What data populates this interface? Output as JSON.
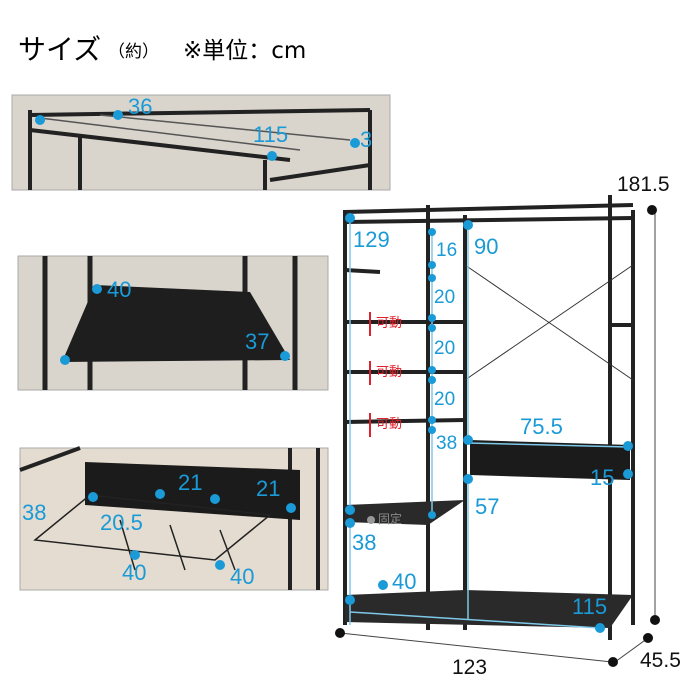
{
  "header": {
    "title": "サイズ",
    "approx": "（約）",
    "unit_note": "※単位：cm"
  },
  "colors": {
    "dimension": "#1a9ad6",
    "movable": "#e0202a",
    "frame": "#222222"
  },
  "detail_top_shelf": {
    "labels": [
      "36",
      "115",
      "3"
    ]
  },
  "detail_middle_shelf": {
    "labels": [
      "40",
      "37"
    ]
  },
  "detail_hanger_rack": {
    "labels": [
      "38",
      "21",
      "21",
      "20.5",
      "40",
      "40"
    ]
  },
  "main": {
    "height_total": "181.5",
    "width_total": "123",
    "depth_total": "45.5",
    "left_height": "129",
    "top_gap": "16",
    "gap1": "20",
    "gap2": "20",
    "gap3": "20",
    "gap4": "38",
    "right_upper": "90",
    "rack_width": "75.5",
    "rack_depth": "15",
    "right_lower": "57",
    "fixed_label": "固定",
    "left_lower": "38",
    "bottom_left": "40",
    "bottom_right": "115",
    "movable_label": "可動"
  }
}
